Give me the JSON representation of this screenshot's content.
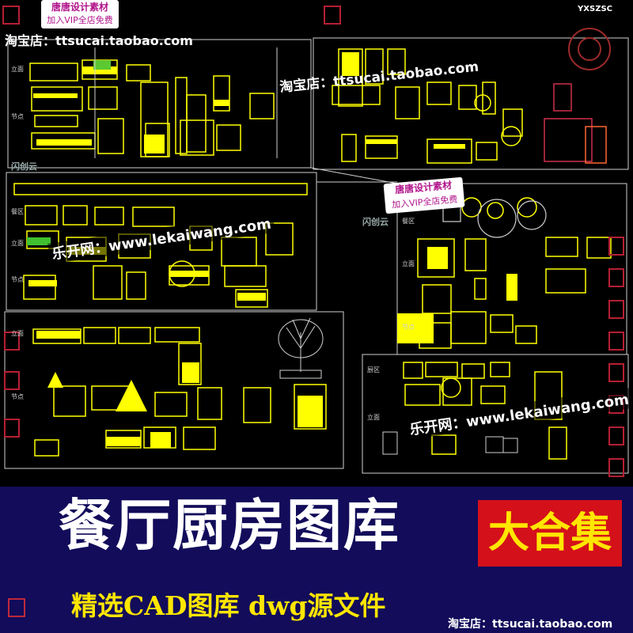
{
  "watermarks": {
    "shop_top_left": "淘宝店：ttsucai.taobao.com",
    "shop_middle": "淘宝店：ttsucai.taobao.com",
    "shop_bottom_right": "淘宝店：ttsucai.taobao.com",
    "tag_top": {
      "line1": "唐唐设计素材",
      "line2": "加入VIP全店免费"
    },
    "tag_middle": {
      "line1": "唐唐设计素材",
      "line2": "加入VIP全店免费"
    },
    "lekai_1": {
      "cn": "乐开网：",
      "url": "www.lekaiwang.com"
    },
    "lekai_2": {
      "cn": "乐开网：",
      "url": "www.lekaiwang.com"
    },
    "yxszsc": "YXSZSC",
    "shanchuang_1": "闪创云",
    "shanchuang_2": "闪创云"
  },
  "cad_labels": {
    "a1": "立面",
    "a2": "节点",
    "b1": "餐区",
    "b2": "立面",
    "b3": "节点",
    "c1": "立面",
    "c2": "节点",
    "d1": "餐区",
    "d2": "立面",
    "d3": "节点",
    "e1": "厨区",
    "e2": "立面"
  },
  "banner": {
    "title": "餐厅厨房图库",
    "badge": "大合集",
    "subtitle": "精选CAD图库  dwg源文件"
  },
  "colors": {
    "cad_yellow": "#ffff00",
    "cad_line": "#d9d9d9",
    "banner_bg": "#120c5a",
    "badge_bg": "#d4101a",
    "badge_text": "#ffe600",
    "subtitle": "#ffe600"
  }
}
